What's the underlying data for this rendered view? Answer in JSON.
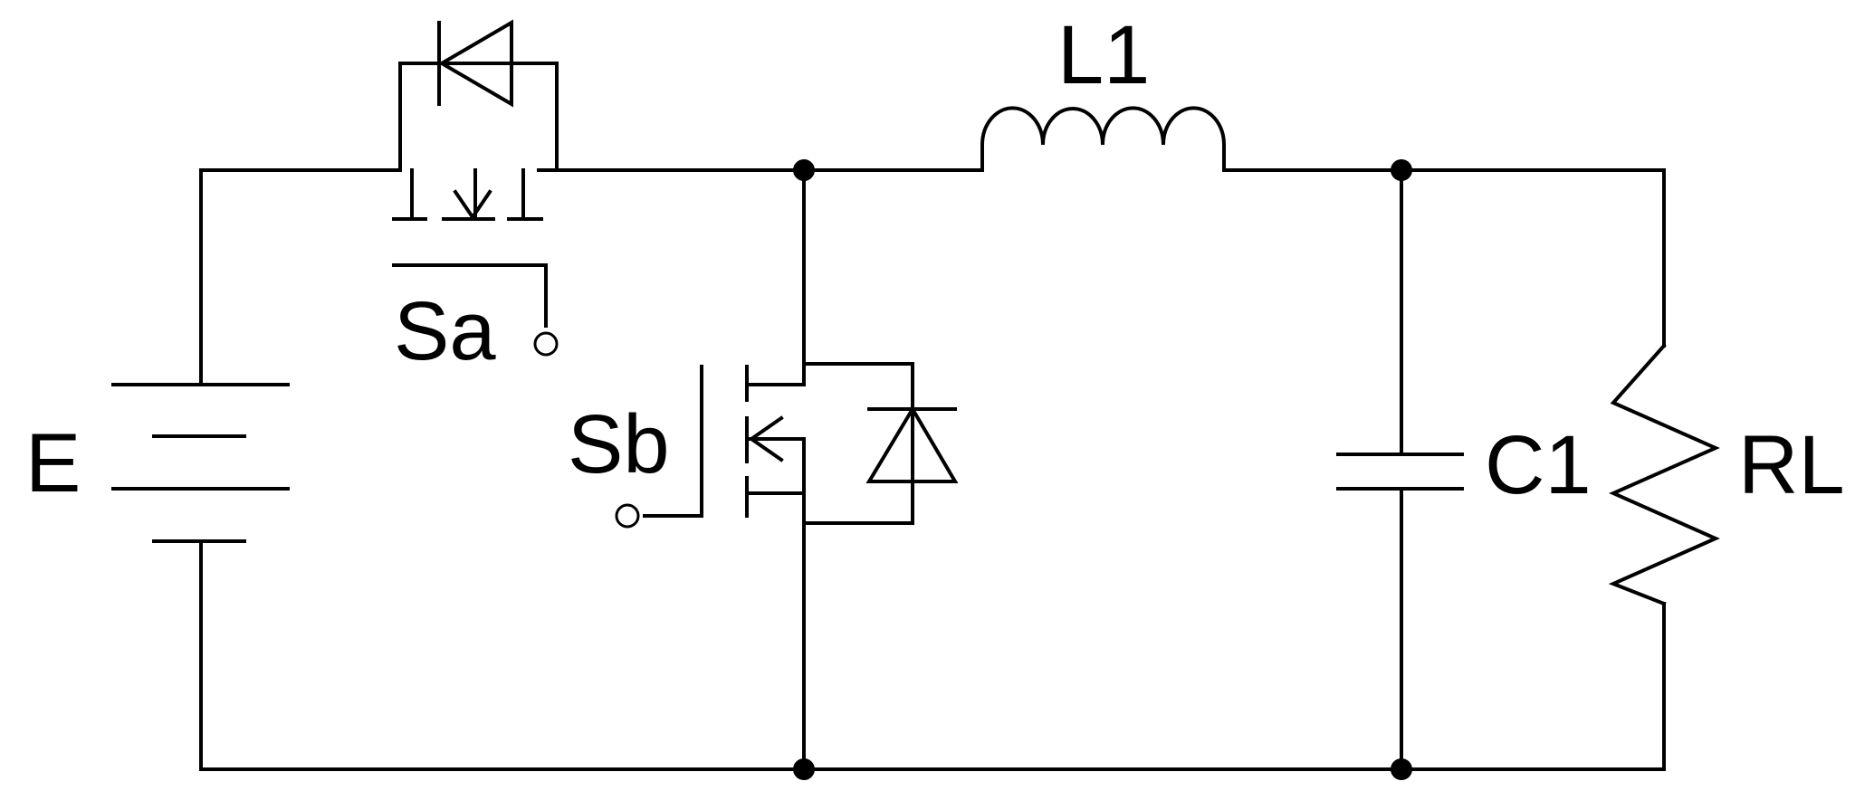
{
  "labels": {
    "source": "E",
    "switch_a": "Sa",
    "switch_b": "Sb",
    "inductor": "L1",
    "capacitor": "C1",
    "load": "RL"
  },
  "colors": {
    "line": "#000000",
    "background": "#ffffff"
  }
}
